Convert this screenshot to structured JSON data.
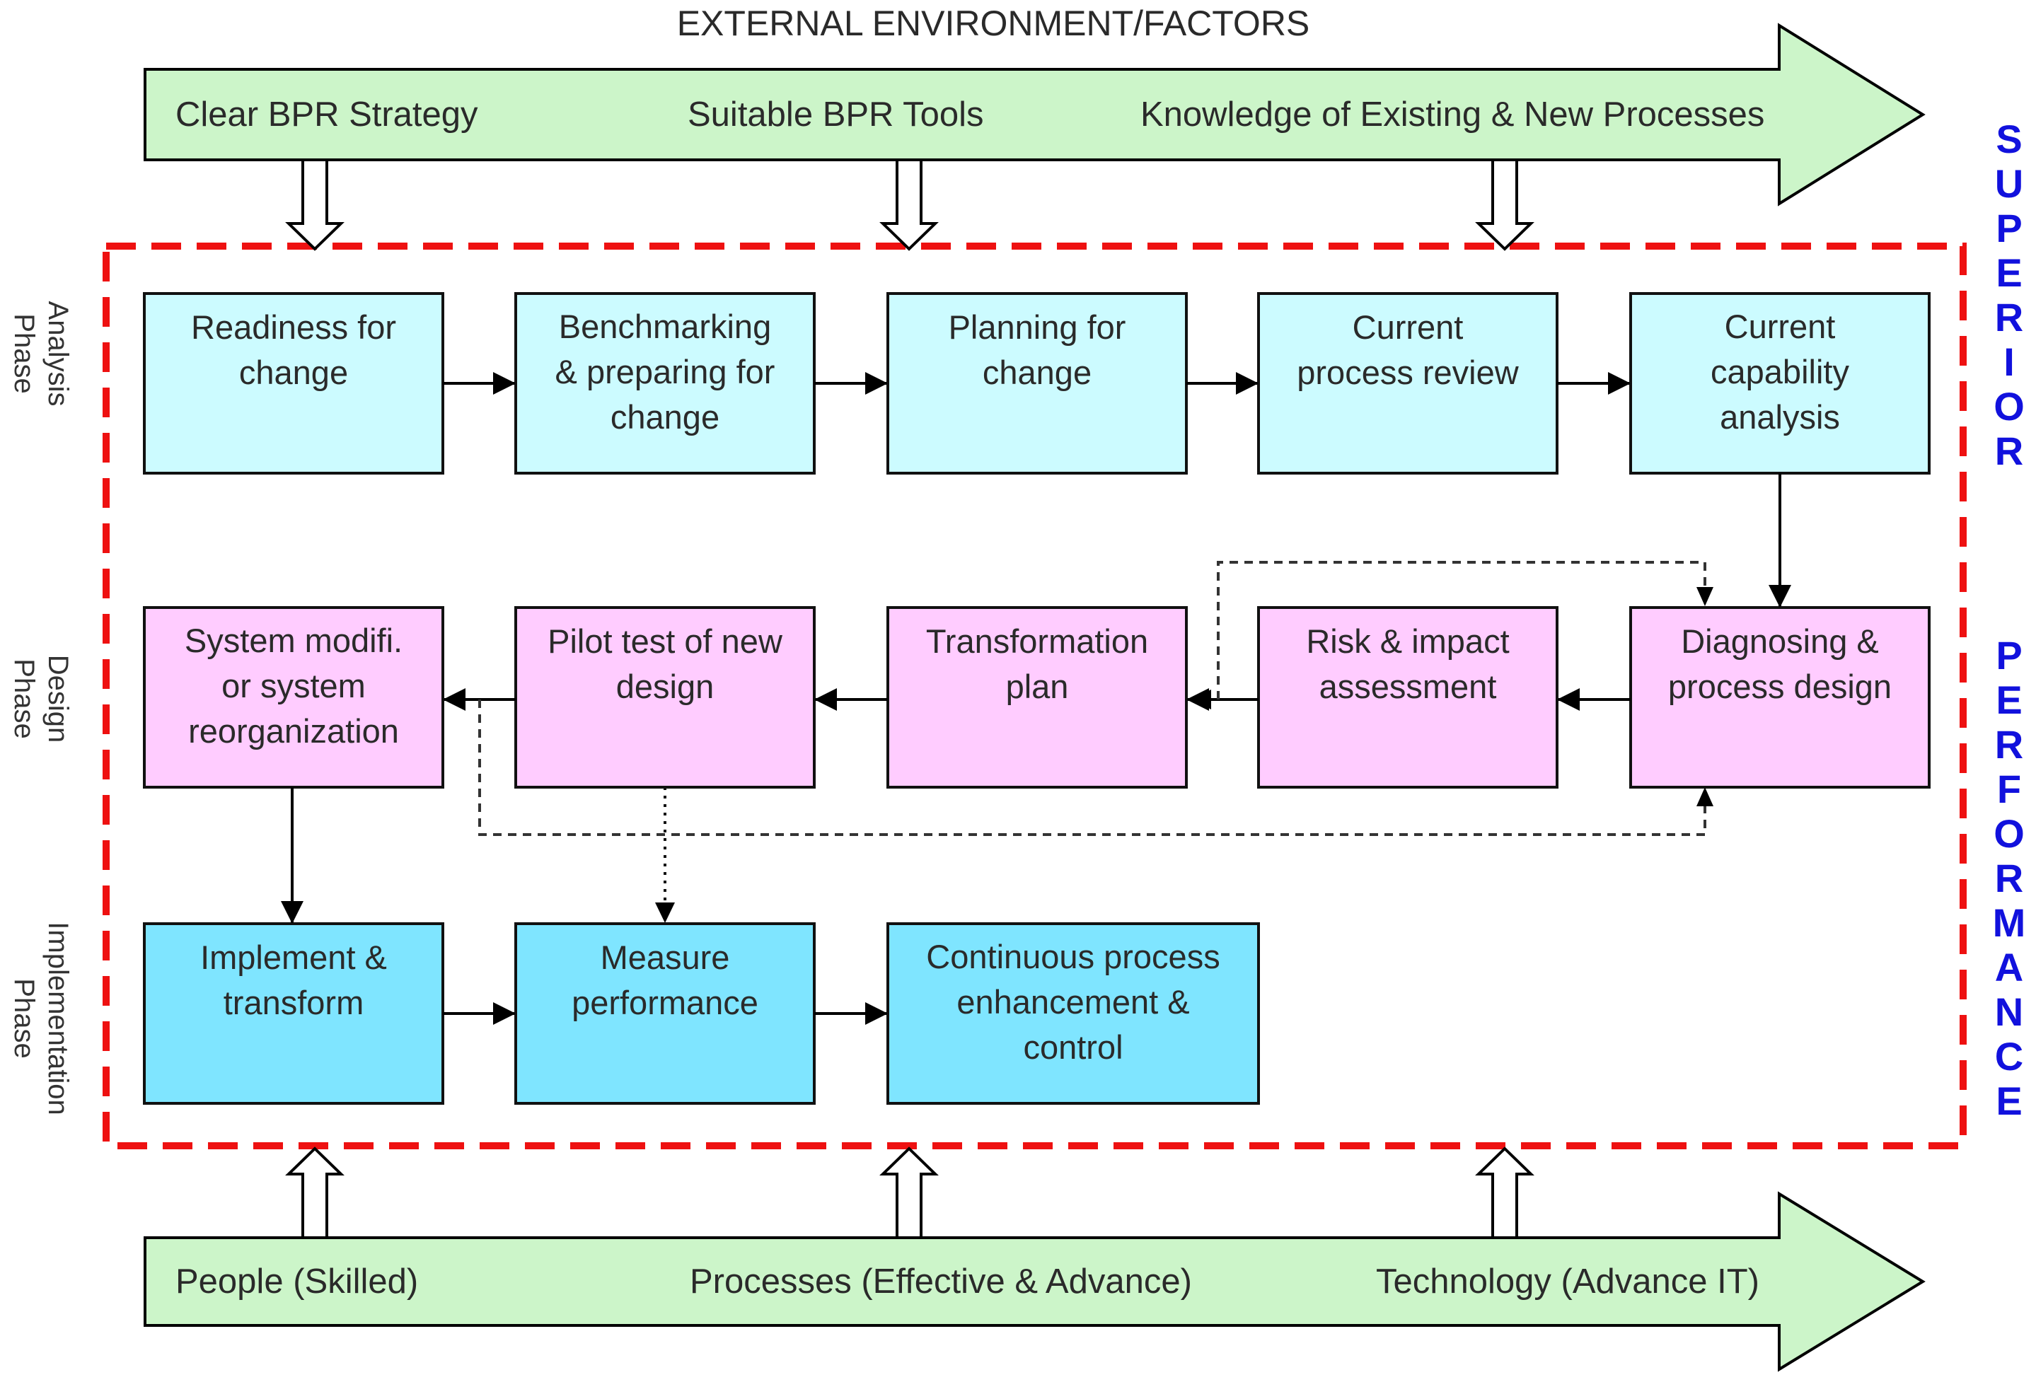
{
  "header": {
    "title": "EXTERNAL ENVIRONMENT/FACTORS"
  },
  "top_band": {
    "items": [
      "Clear BPR Strategy",
      "Suitable BPR Tools",
      "Knowledge of Existing & New Processes"
    ]
  },
  "bottom_band": {
    "items": [
      "People (Skilled)",
      "Processes (Effective & Advance)",
      "Technology (Advance IT)"
    ]
  },
  "phases": {
    "analysis": [
      "Analysis",
      "Phase"
    ],
    "design": [
      "Design",
      "Phase"
    ],
    "implementation": [
      "Implementation",
      "Phase"
    ]
  },
  "analysis_steps": [
    [
      "Readiness for",
      "change"
    ],
    [
      "Benchmarking",
      "& preparing for",
      "change"
    ],
    [
      "Planning for",
      "change"
    ],
    [
      "Current",
      "process review"
    ],
    [
      "Current",
      "capability",
      "analysis"
    ]
  ],
  "design_steps": [
    [
      "System modifi.",
      "or system",
      "reorganization"
    ],
    [
      "Pilot test of new",
      "design"
    ],
    [
      "Transformation",
      "plan"
    ],
    [
      "Risk & impact",
      "assessment"
    ],
    [
      "Diagnosing &",
      "process design"
    ]
  ],
  "implementation_steps": [
    [
      "Implement &",
      "transform"
    ],
    [
      "Measure",
      "performance"
    ],
    [
      "Continuous process",
      "enhancement &",
      "control"
    ]
  ],
  "side_label": {
    "word1": "SUPERIOR",
    "word2": "PERFORMANCE"
  },
  "colors": {
    "band_fill": "#ccf5c9",
    "analysis_fill": "#ccfbff",
    "design_fill": "#ffccff",
    "implementation_fill": "#7fe5ff",
    "frame": "#ee1111",
    "side_text": "#1111dd"
  }
}
